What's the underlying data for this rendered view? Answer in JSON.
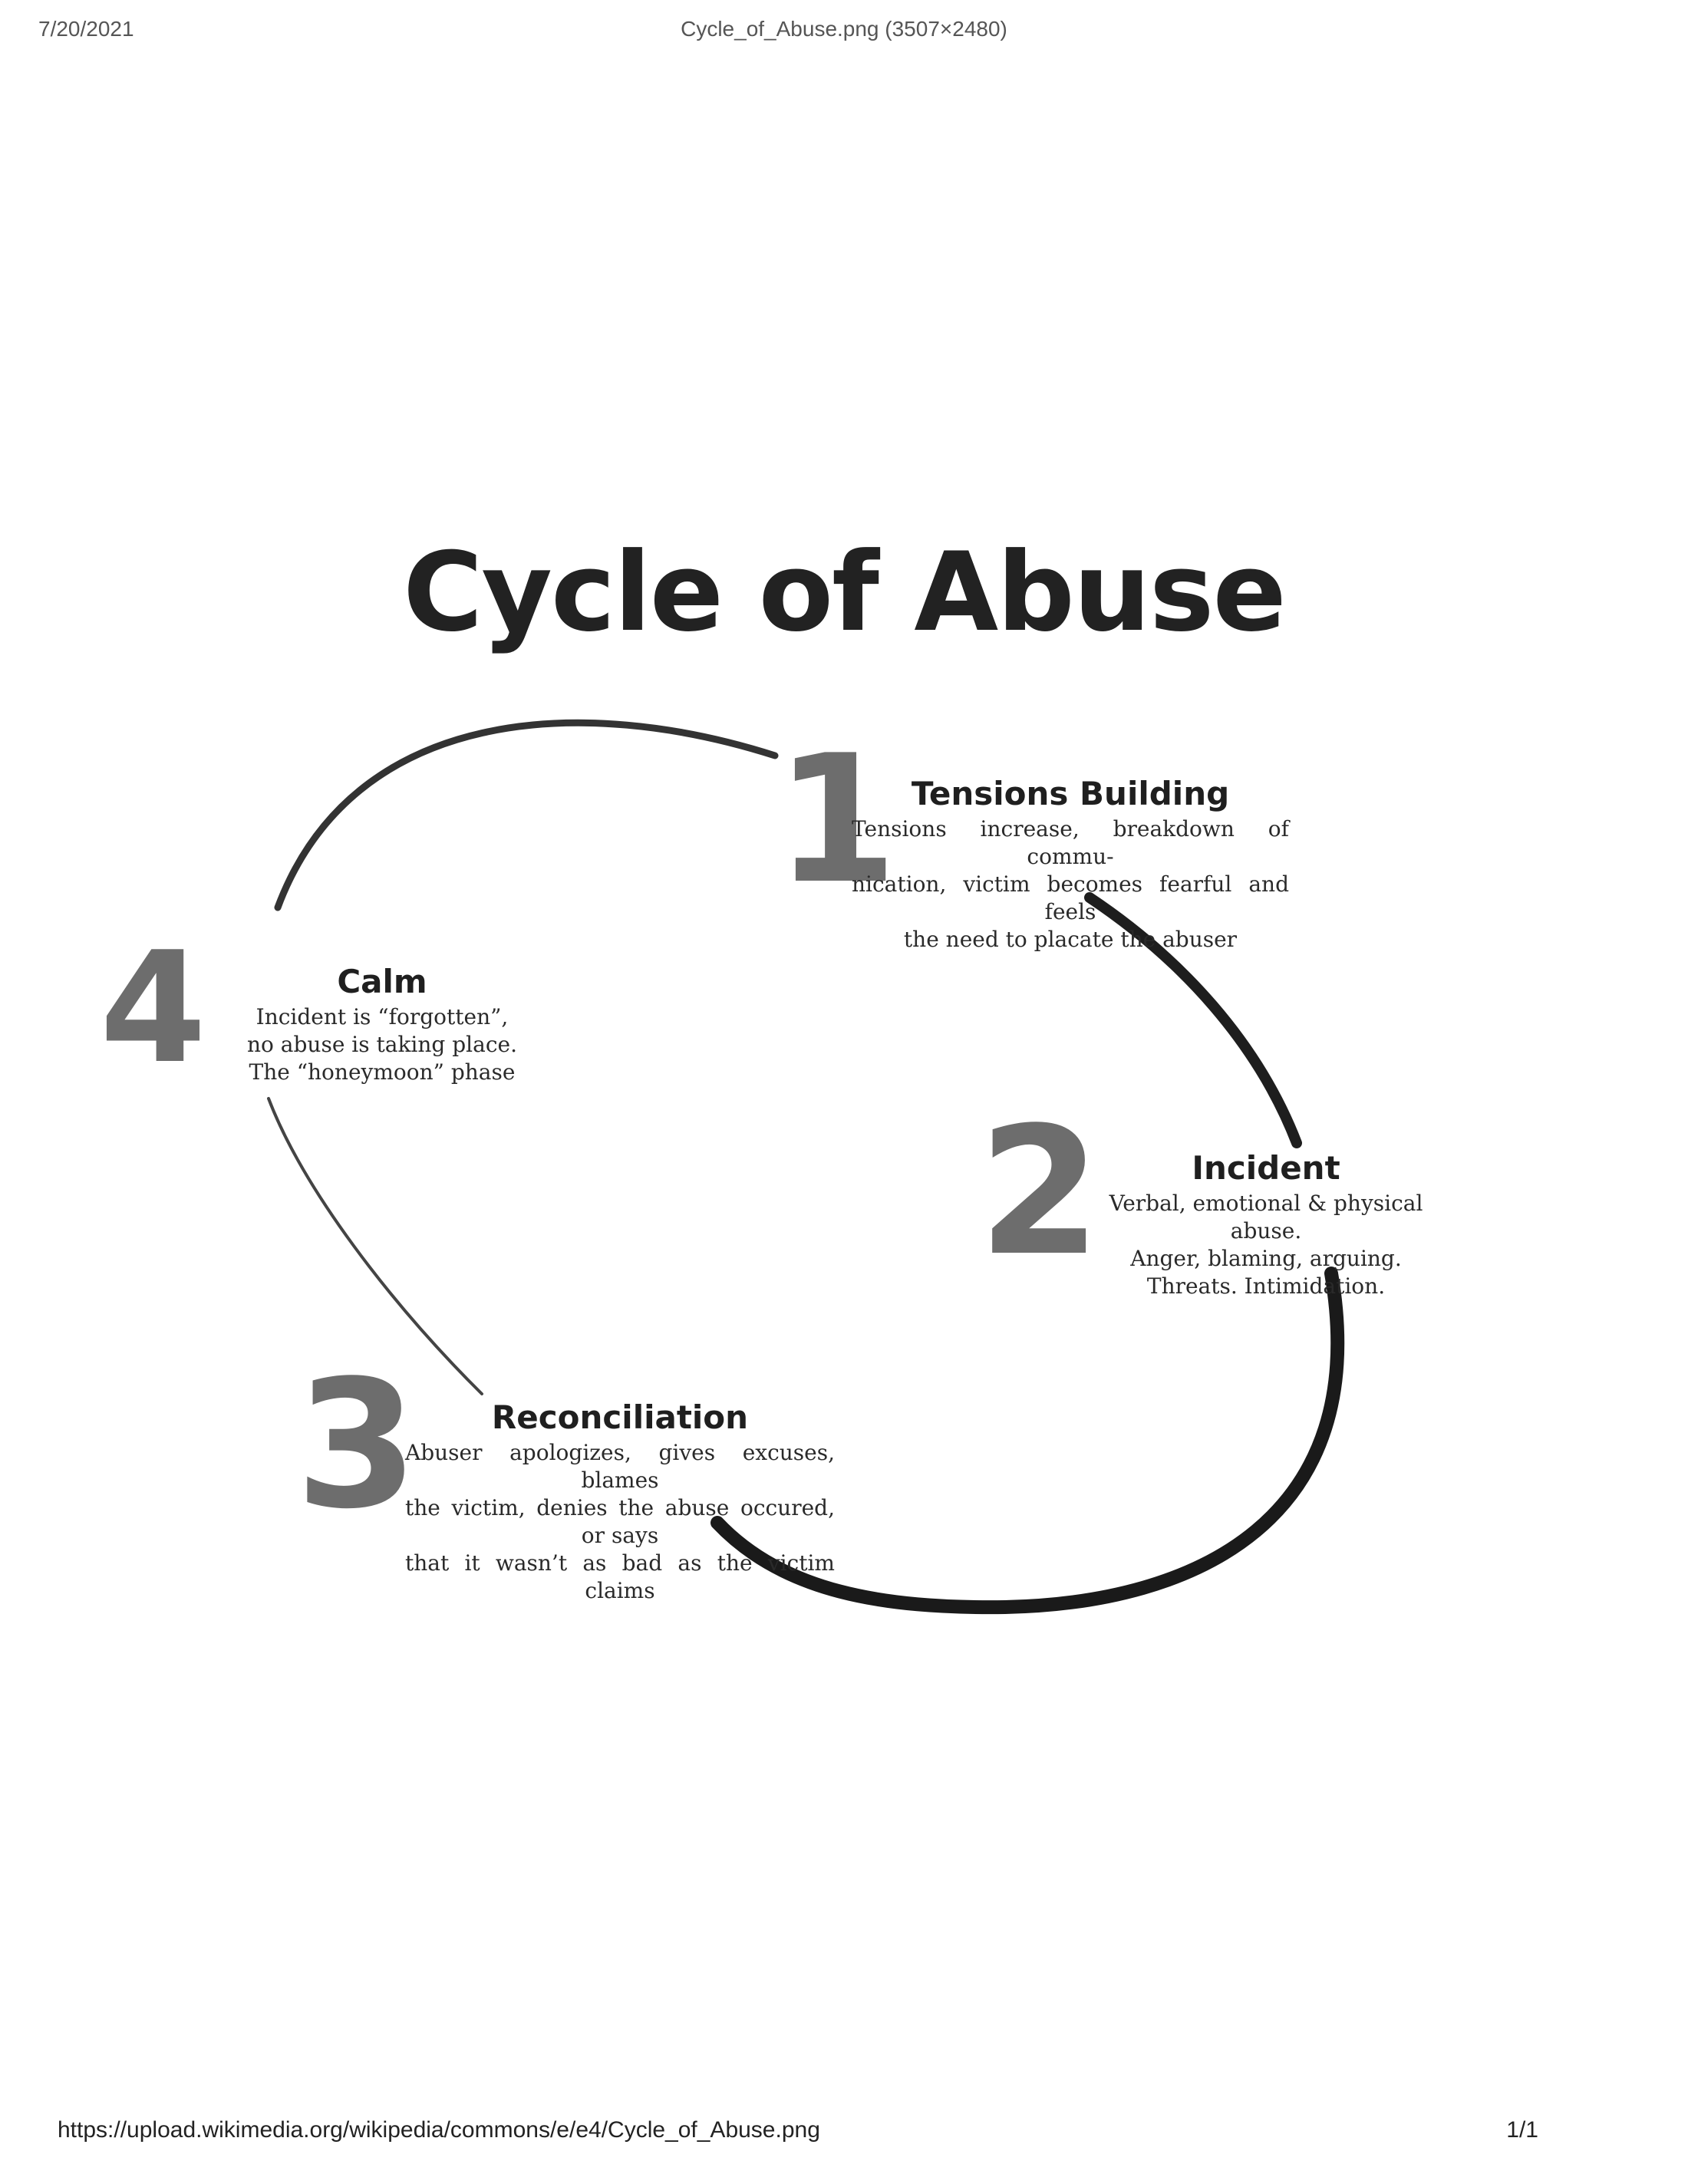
{
  "print_header": {
    "date": "7/20/2021",
    "title": "Cycle_of_Abuse.png (3507×2480)"
  },
  "title": "Cycle of Abuse",
  "phases": [
    {
      "number": "1",
      "heading": "Tensions Building",
      "lines": [
        "Tensions increase, breakdown of commu-",
        "nication, victim becomes fearful and feels",
        "the need to placate the abuser"
      ]
    },
    {
      "number": "2",
      "heading": "Incident",
      "lines": [
        "Verbal, emotional & physical abuse.",
        "Anger, blaming, arguing.",
        "Threats. Intimidation."
      ]
    },
    {
      "number": "3",
      "heading": "Reconciliation",
      "lines": [
        "Abuser apologizes, gives excuses, blames",
        "the victim, denies the abuse occured, or says",
        "that it wasn’t as bad as the victim claims"
      ]
    },
    {
      "number": "4",
      "heading": "Calm",
      "lines": [
        "Incident is “forgotten”,",
        "no abuse is taking place.",
        "The “honeymoon” phase"
      ]
    }
  ],
  "print_footer": {
    "url": "https://upload.wikimedia.org/wikipedia/commons/e/e4/Cycle_of_Abuse.png",
    "page": "1/1"
  }
}
